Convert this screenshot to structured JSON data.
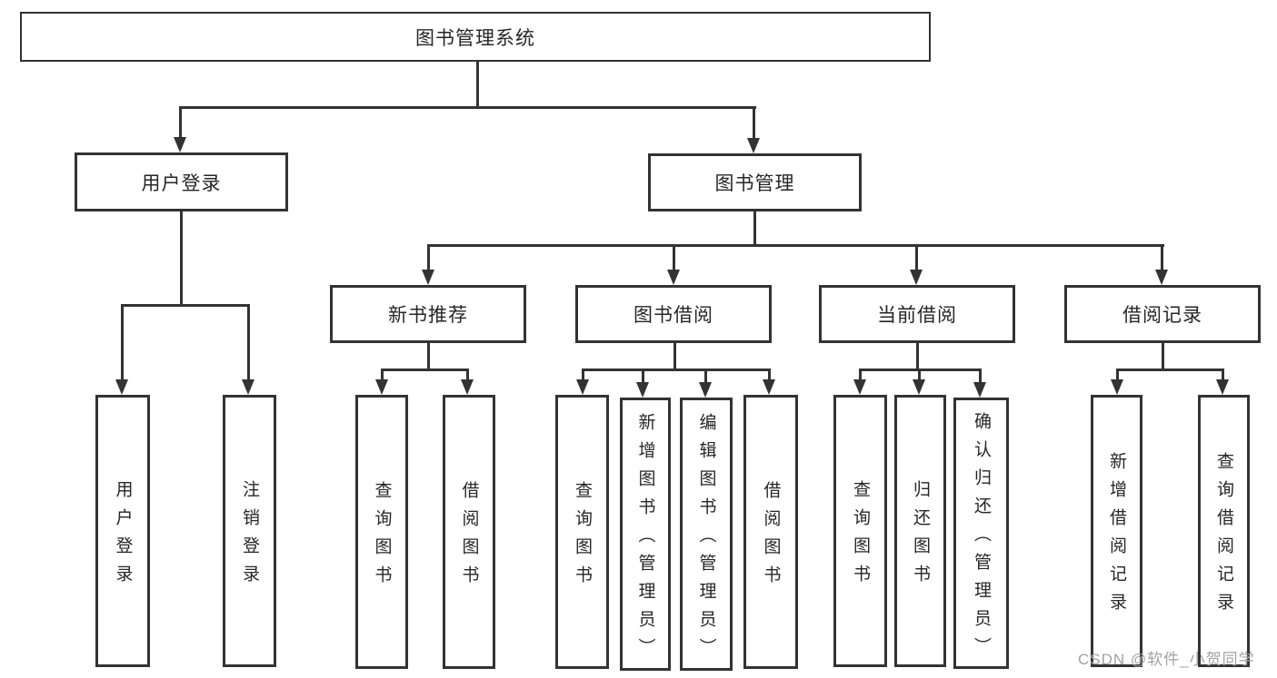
{
  "tree": {
    "root": "图书管理系统",
    "children": [
      {
        "label": "用户登录",
        "children": [
          "用户登录",
          "注销登录"
        ]
      },
      {
        "label": "图书管理",
        "children": [
          {
            "label": "新书推荐",
            "children": [
              "查询图书",
              "借阅图书"
            ]
          },
          {
            "label": "图书借阅",
            "children": [
              "查询图书",
              "新增图书（管理员）",
              "编辑图书（管理员）",
              "借阅图书"
            ]
          },
          {
            "label": "当前借阅",
            "children": [
              "查询图书",
              "归还图书",
              "确认归还（管理员）"
            ]
          },
          {
            "label": "借阅记录",
            "children": [
              "新增借阅记录",
              "查询借阅记录"
            ]
          }
        ]
      }
    ]
  },
  "watermark": {
    "text": "CSDN @软件_小贺同学"
  },
  "colors": {
    "line": "#333333",
    "box_border": "#333333",
    "text": "#262626",
    "watermark": "#a3a3a3",
    "background": "#ffffff"
  }
}
